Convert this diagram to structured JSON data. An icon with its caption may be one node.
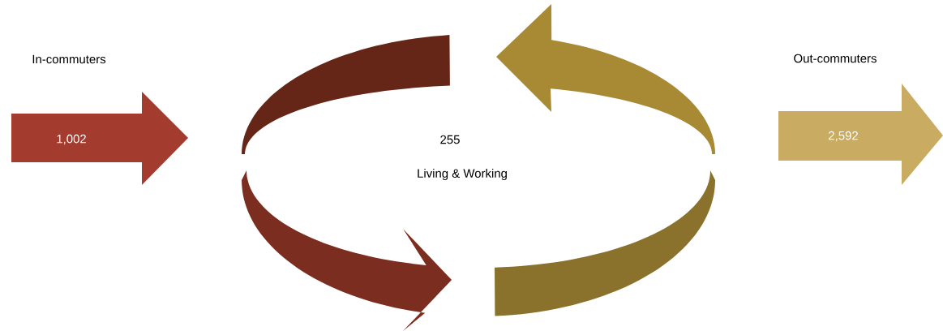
{
  "diagram": {
    "nodes": [
      {
        "text": [
          "In-commuters",
          "1,002"
        ]
      },
      {
        "text": [
          "Out-commuters",
          "2,592"
        ]
      }
    ],
    "labels": [
      "255",
      "Living & Working"
    ]
  }
}
